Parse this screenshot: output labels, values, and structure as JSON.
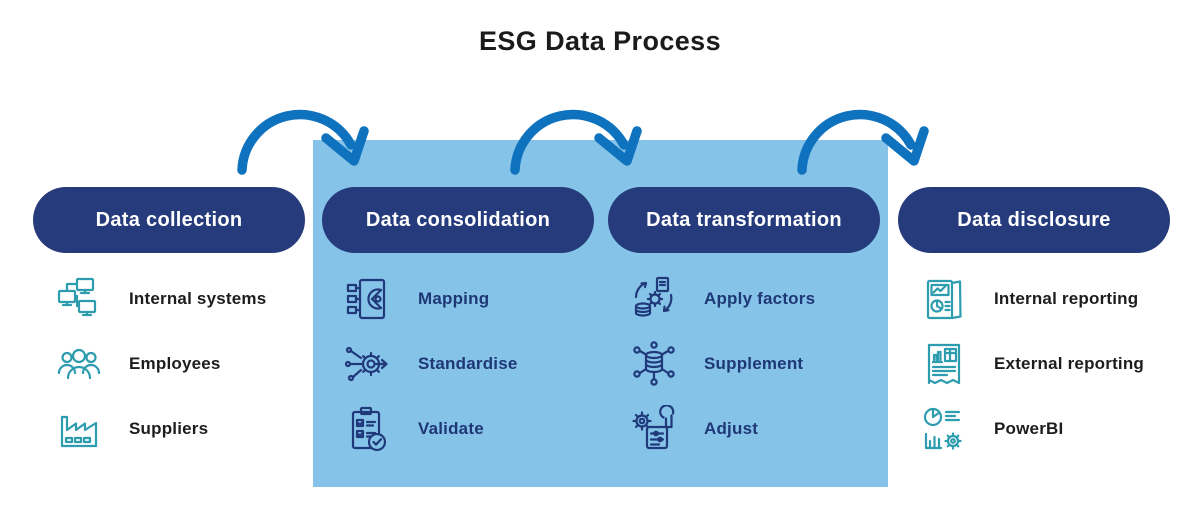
{
  "title": "ESG Data Process",
  "colors": {
    "pill_navy": "#253b7c",
    "panel_light_blue": "#85c3e8",
    "arrow_blue": "#0f72be",
    "icon_teal": "#2d9cae",
    "icon_navy": "#20397b",
    "text_dark": "#1d1d1f",
    "text_navy": "#1e3876",
    "pill_text": "#ffffff"
  },
  "columns": [
    {
      "header": "Data collection",
      "items": [
        {
          "label": "Internal systems",
          "icon": "internal-systems-icon"
        },
        {
          "label": "Employees",
          "icon": "employees-icon"
        },
        {
          "label": "Suppliers",
          "icon": "suppliers-icon"
        }
      ]
    },
    {
      "header": "Data consolidation",
      "items": [
        {
          "label": "Mapping",
          "icon": "mapping-icon"
        },
        {
          "label": "Standardise",
          "icon": "standardise-icon"
        },
        {
          "label": "Validate",
          "icon": "validate-icon"
        }
      ]
    },
    {
      "header": "Data transformation",
      "items": [
        {
          "label": "Apply factors",
          "icon": "apply-factors-icon"
        },
        {
          "label": "Supplement",
          "icon": "supplement-icon"
        },
        {
          "label": "Adjust",
          "icon": "adjust-icon"
        }
      ]
    },
    {
      "header": "Data disclosure",
      "items": [
        {
          "label": "Internal reporting",
          "icon": "internal-reporting-icon"
        },
        {
          "label": "External reporting",
          "icon": "external-reporting-icon"
        },
        {
          "label": "PowerBI",
          "icon": "powerbi-icon"
        }
      ]
    }
  ]
}
